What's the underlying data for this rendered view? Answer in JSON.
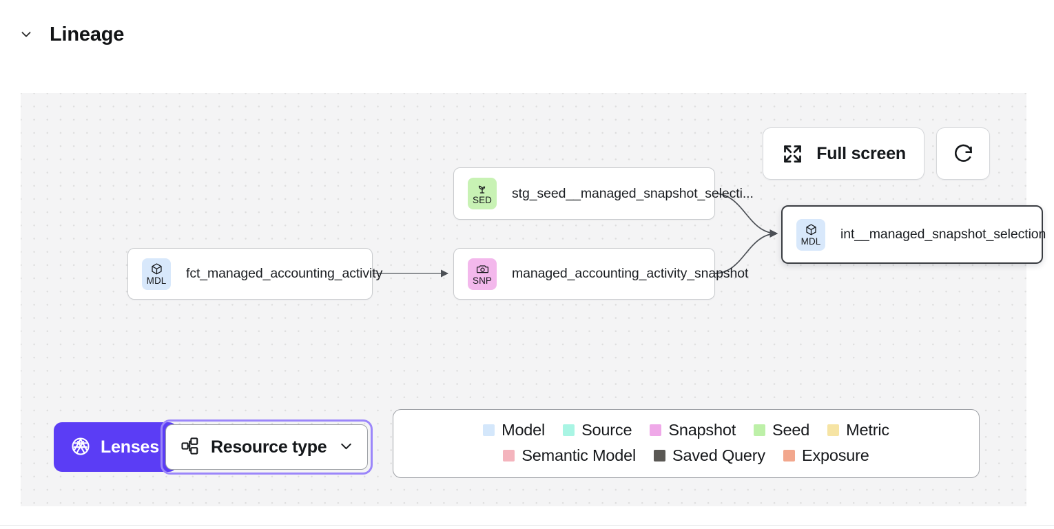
{
  "section": {
    "title": "Lineage",
    "collapse_icon": "chevron-down-icon",
    "expanded": true
  },
  "toolbar": {
    "full_screen_label": "Full screen",
    "full_screen_icon": "expand-arrows-icon",
    "refresh_icon": "refresh-clockwise-icon"
  },
  "graph": {
    "nodes": [
      {
        "id": "fct_managed_accounting_activity",
        "label": "fct_managed_accounting_activity",
        "badge_text": "MDL",
        "badge_icon": "cube-icon",
        "resource_type": "Model",
        "badge_color": "#d8e8fb",
        "selected": false
      },
      {
        "id": "stg_seed__managed_snapshot_selection",
        "label": "stg_seed__managed_snapshot_selecti...",
        "badge_text": "SED",
        "badge_icon": "sprout-icon",
        "resource_type": "Seed",
        "badge_color": "#c8f2b4",
        "selected": false
      },
      {
        "id": "managed_accounting_activity_snapshot",
        "label": "managed_accounting_activity_snapshot",
        "badge_text": "SNP",
        "badge_icon": "camera-icon",
        "resource_type": "Snapshot",
        "badge_color": "#f3b8ec",
        "selected": false
      },
      {
        "id": "int__managed_snapshot_selection",
        "label": "int__managed_snapshot_selection",
        "badge_text": "MDL",
        "badge_icon": "cube-icon",
        "resource_type": "Model",
        "badge_color": "#d8e8fb",
        "selected": true
      }
    ],
    "edges": [
      {
        "from": "fct_managed_accounting_activity",
        "to": "managed_accounting_activity_snapshot"
      },
      {
        "from": "stg_seed__managed_snapshot_selection",
        "to": "int__managed_snapshot_selection"
      },
      {
        "from": "managed_accounting_activity_snapshot",
        "to": "int__managed_snapshot_selection"
      }
    ]
  },
  "controls": {
    "lenses_label": "Lenses",
    "lenses_icon": "aperture-icon",
    "lenses_color": "#5b3df5",
    "resource_type_label": "Resource type",
    "resource_type_icon": "hierarchy-icon",
    "resource_type_chevron": "chevron-down-icon",
    "resource_type_focused": true
  },
  "legend": {
    "row1": [
      {
        "name": "Model",
        "color": "#d4e7fb"
      },
      {
        "name": "Source",
        "color": "#a9f5e4"
      },
      {
        "name": "Snapshot",
        "color": "#efa8e8"
      },
      {
        "name": "Seed",
        "color": "#bdf0a8"
      },
      {
        "name": "Metric",
        "color": "#f6e4a4"
      }
    ],
    "row2": [
      {
        "name": "Semantic Model",
        "color": "#f4b4bd"
      },
      {
        "name": "Saved Query",
        "color": "#5a5854"
      },
      {
        "name": "Exposure",
        "color": "#f2a78d"
      }
    ]
  }
}
